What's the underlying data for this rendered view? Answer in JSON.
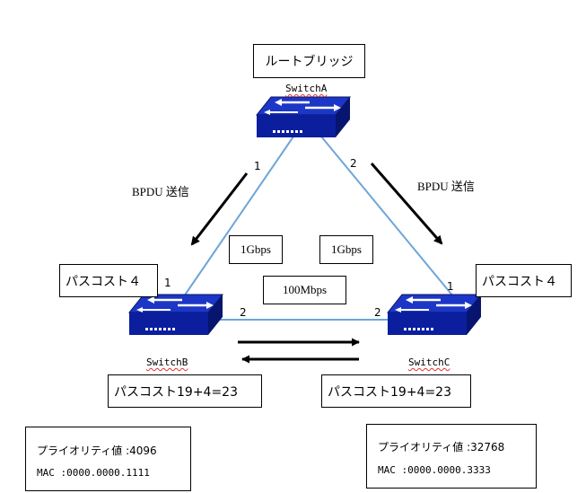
{
  "root_bridge_label": "ルートブリッジ",
  "switches": {
    "a": {
      "name": "SwitchA",
      "port1": "1",
      "port2": "2"
    },
    "b": {
      "name": "SwitchB",
      "port1": "1",
      "port2": "2"
    },
    "c": {
      "name": "SwitchC",
      "port1": "1",
      "port2": "2"
    }
  },
  "bpdu": {
    "left": "BPDU 送信",
    "right": "BPDU 送信"
  },
  "links": {
    "ab_speed": "1Gbps",
    "ac_speed": "1Gbps",
    "bc_speed": "100Mbps"
  },
  "path_costs": {
    "b_port1": "パスコスト４",
    "c_port1": "パスコスト４",
    "b_total": "パスコスト19+4=23",
    "c_total": "パスコスト19+4=23"
  },
  "switch_b_info": {
    "priority": "プライオリティ値 :4096",
    "mac": "MAC :0000.0000.1111"
  },
  "switch_c_info": {
    "priority": "プライオリティ値 :32768",
    "mac": "MAC :0000.0000.3333"
  },
  "colors": {
    "switch_body": "#0a1e9e",
    "switch_top": "#1c36c8",
    "link_line": "#6fa5d8",
    "arrow": "#000000"
  }
}
